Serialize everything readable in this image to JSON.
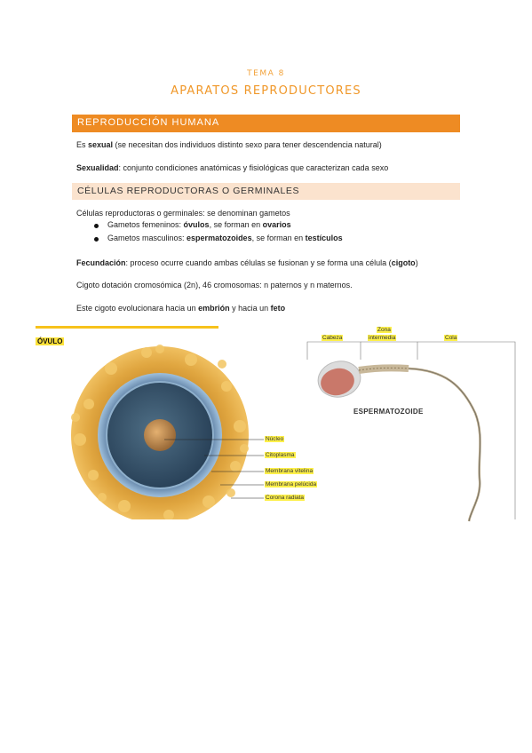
{
  "header": {
    "tema": "TEMA 8",
    "title": "APARATOS REPRODUCTORES"
  },
  "section1": {
    "heading": "REPRODUCCIÓN HUMANA",
    "p1": {
      "pre": "Es ",
      "bold": "sexual",
      "post": " (se necesitan dos individuos distinto sexo para tener descendencia natural)"
    },
    "p2": {
      "bold": "Sexualidad",
      "post": ": conjunto condiciones anatómicas y fisiológicas que caracterizan cada sexo"
    }
  },
  "section2": {
    "heading": "CÉLULAS REPRODUCTORAS O GERMINALES",
    "intro": "Células reproductoras o germinales: se denominan gametos",
    "bullet1": {
      "pre": "Gametos femeninos: ",
      "b1": "óvulos",
      "mid": ", se forman en ",
      "b2": "ovarios"
    },
    "bullet2": {
      "pre": "Gametos masculinos: ",
      "b1": "espermatozoides",
      "mid": ", se forman en ",
      "b2": "testículos"
    },
    "fecundacion": {
      "bold": "Fecundación",
      "mid": ": proceso ocurre cuando ambas células se fusionan y se forma una célula (",
      "b2": "cigoto",
      "post": ")"
    },
    "cigoto": "Cigoto dotación cromosómica (2n), 46 cromosomas: n paternos y n maternos.",
    "evoluciona": {
      "pre": "Este cigoto evolucionara hacia un ",
      "b1": "embrión",
      "mid": " y hacia un ",
      "b2": "feto"
    }
  },
  "ovulo_figure": {
    "title": "ÓVULO",
    "labels": [
      "Núcleo",
      "Citoplasma",
      "Membrana vitelina",
      "Membrana pelúcida",
      "Corona radiata"
    ]
  },
  "sperm_figure": {
    "cabeza": "Cabeza",
    "zona1": "Zona",
    "zona2": "intermedia",
    "cola": "Cola",
    "title": "ESPERMATOZOIDE"
  }
}
